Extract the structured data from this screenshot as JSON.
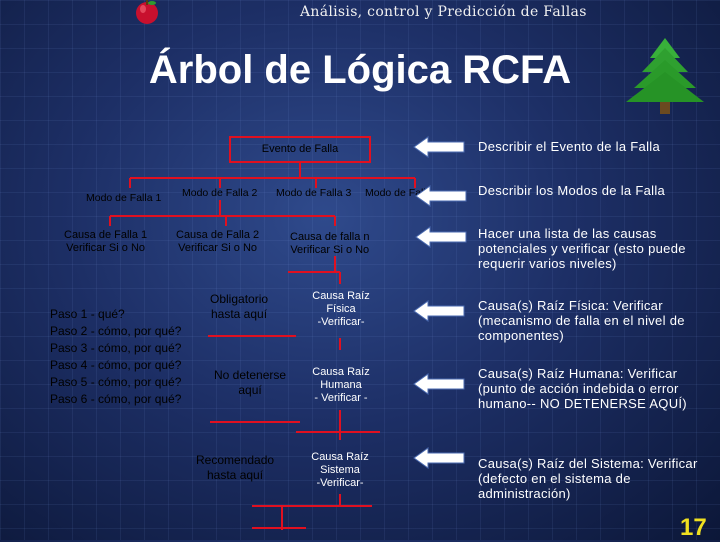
{
  "header": {
    "text": "Análisis, control y Predicción de Fallas"
  },
  "title": "Árbol de Lógica RCFA",
  "colors": {
    "background": "#1d2f66",
    "line": "#e01020",
    "arrow": "#ffffff",
    "page_number": "#f0e020"
  },
  "icons": [
    "apple-icon",
    "pine-tree-icon",
    "left-arrow-icon"
  ],
  "tree": {
    "event": "Evento de Falla",
    "modes": [
      "Modo de Falla 1",
      "Modo de Falla 2",
      "Modo de Falla 3",
      "Modo de Falla...n"
    ],
    "causes": [
      {
        "line1": "Causa de Falla 1",
        "line2": "Verificar Si o No"
      },
      {
        "line1": "Causa de Falla 2",
        "line2": "Verificar Si o No"
      },
      {
        "line1": "Causa de falla  n",
        "line2": "Verificar Si o No"
      }
    ],
    "physical_root": {
      "line1": "Causa Raíz",
      "line2": "Física",
      "line3": "-Verificar-"
    },
    "human_root": {
      "line1": "Causa Raíz",
      "line2": "Humana",
      "line3": "- Verificar -"
    },
    "system_root": {
      "line1": "Causa Raíz",
      "line2": "Sistema",
      "line3": "-Verificar-"
    }
  },
  "steps": [
    "Paso 1 - qué?",
    "Paso 2 - cómo, por qué?",
    "Paso 3 - cómo, por qué?",
    "Paso 4 - cómo, por qué?",
    "Paso 5 - cómo, por qué?",
    "Paso 6 - cómo, por qué?"
  ],
  "side_notes": {
    "mandatory": {
      "line1": "Obligatorio",
      "line2": "hasta aquí"
    },
    "no_stop": {
      "line1": "No detenerse",
      "line2": "aquí"
    },
    "recommended": {
      "line1": "Recomendado",
      "line2": "hasta aquí"
    }
  },
  "descriptions": [
    "Describir el Evento de la Falla",
    "Describir los Modos de la Falla",
    "Hacer una lista de las causas potenciales y verificar (esto puede requerir varios niveles)",
    "Causa(s) Raíz Física: Verificar (mecanismo de falla en el nivel de componentes)",
    "Causa(s) Raíz Humana: Verificar (punto de acción indebida o error  humano-- NO DETENERSE AQUÍ)",
    "Causa(s) Raíz del Sistema: Verificar (defecto en el sistema de administración)"
  ],
  "page_number": "17"
}
